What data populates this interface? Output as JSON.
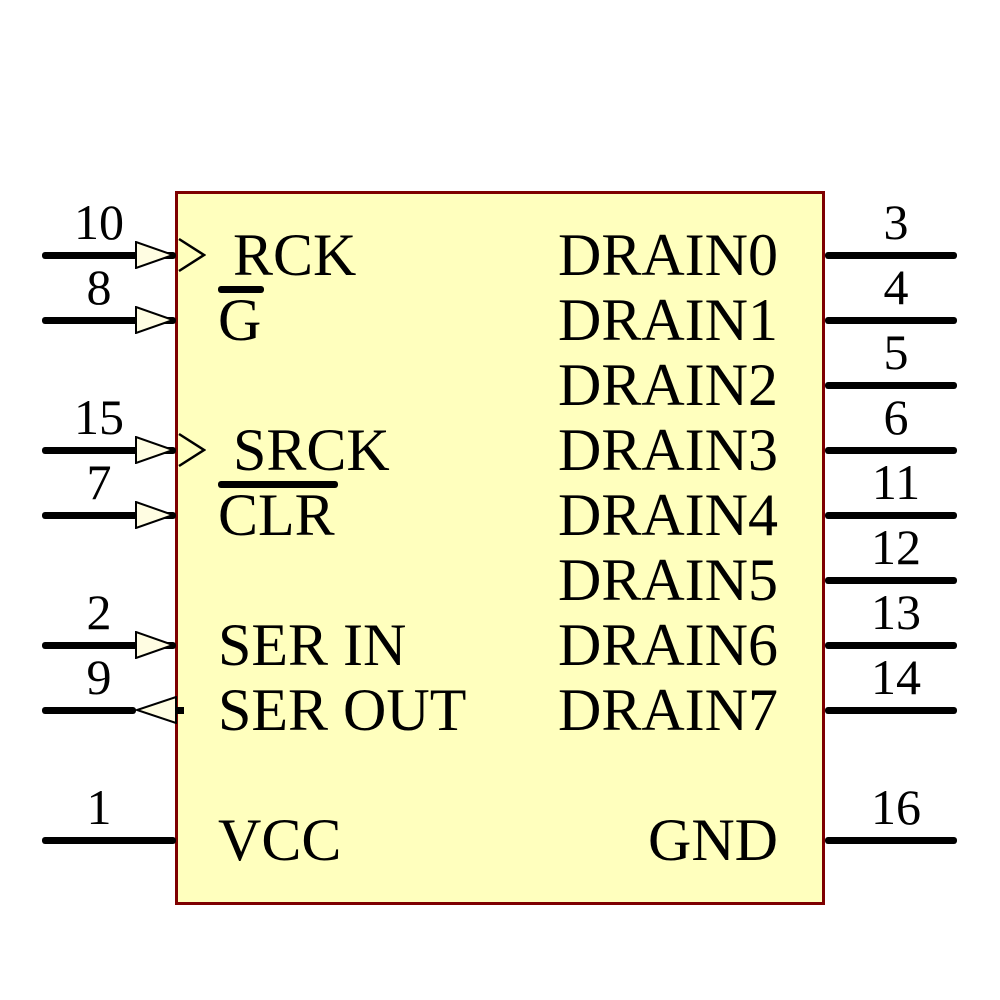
{
  "colors": {
    "background": "#ffffff",
    "body_fill": "#ffffbe",
    "body_border": "#7e0000",
    "arrow_fill": "#fffde2",
    "line_color": "#000000",
    "text_color": "#000000"
  },
  "component": {
    "left_pins": [
      {
        "number": "10",
        "name": "RCK",
        "row": 0,
        "direction": "input",
        "clock": true,
        "overline": false
      },
      {
        "number": "8",
        "name": "G",
        "row": 1,
        "direction": "input",
        "clock": false,
        "overline": true
      },
      {
        "number": "15",
        "name": "SRCK",
        "row": 3,
        "direction": "input",
        "clock": true,
        "overline": false
      },
      {
        "number": "7",
        "name": "CLR",
        "row": 4,
        "direction": "input",
        "clock": false,
        "overline": true
      },
      {
        "number": "2",
        "name": "SER IN",
        "row": 6,
        "direction": "input",
        "clock": false,
        "overline": false
      },
      {
        "number": "9",
        "name": "SER OUT",
        "row": 7,
        "direction": "output",
        "clock": false,
        "overline": false
      },
      {
        "number": "1",
        "name": "VCC",
        "row": 9,
        "direction": "passive",
        "clock": false,
        "overline": false
      }
    ],
    "right_pins": [
      {
        "number": "3",
        "name": "DRAIN0",
        "row": 0
      },
      {
        "number": "4",
        "name": "DRAIN1",
        "row": 1
      },
      {
        "number": "5",
        "name": "DRAIN2",
        "row": 2
      },
      {
        "number": "6",
        "name": "DRAIN3",
        "row": 3
      },
      {
        "number": "11",
        "name": "DRAIN4",
        "row": 4
      },
      {
        "number": "12",
        "name": "DRAIN5",
        "row": 5
      },
      {
        "number": "13",
        "name": "DRAIN6",
        "row": 6
      },
      {
        "number": "14",
        "name": "DRAIN7",
        "row": 7
      },
      {
        "number": "16",
        "name": "GND",
        "row": 9
      }
    ]
  }
}
